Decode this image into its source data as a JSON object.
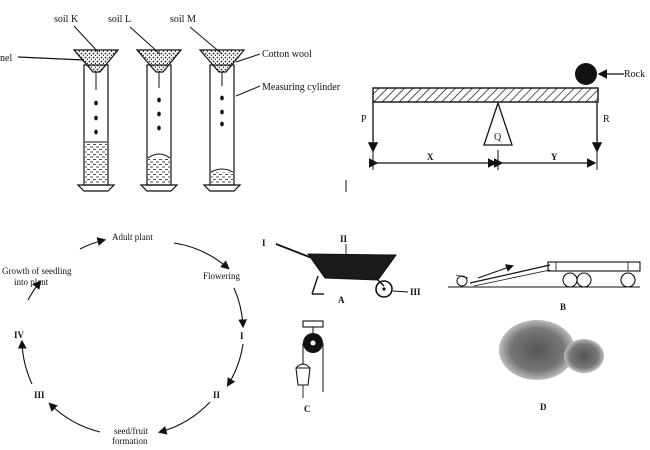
{
  "soil_experiment": {
    "funnel_label": "nel",
    "soil_k": "soil K",
    "soil_l": "soil L",
    "soil_m": "soil M",
    "cotton_wool": "Cotton wool",
    "measuring_cylinder": "Measuring cylinder"
  },
  "lever": {
    "rock": "Rock",
    "p": "P",
    "q": "Q",
    "r": "R",
    "x": "X",
    "y": "Y"
  },
  "life_cycle": {
    "adult_plant": "Adult plant",
    "flowering": "Flowering",
    "stage_i": "I",
    "stage_ii": "II",
    "seed_fruit_1": "seed/fruit",
    "seed_fruit_2": "formation",
    "stage_iii": "III",
    "stage_iv": "IV",
    "growth_1": "Growth of seedling",
    "growth_2": "into plant"
  },
  "machines": {
    "wheelbarrow_i": "I",
    "wheelbarrow_ii": "II",
    "wheelbarrow_iii": "III",
    "label_a": "A",
    "label_b": "B",
    "label_c": "C",
    "label_d": "D"
  }
}
